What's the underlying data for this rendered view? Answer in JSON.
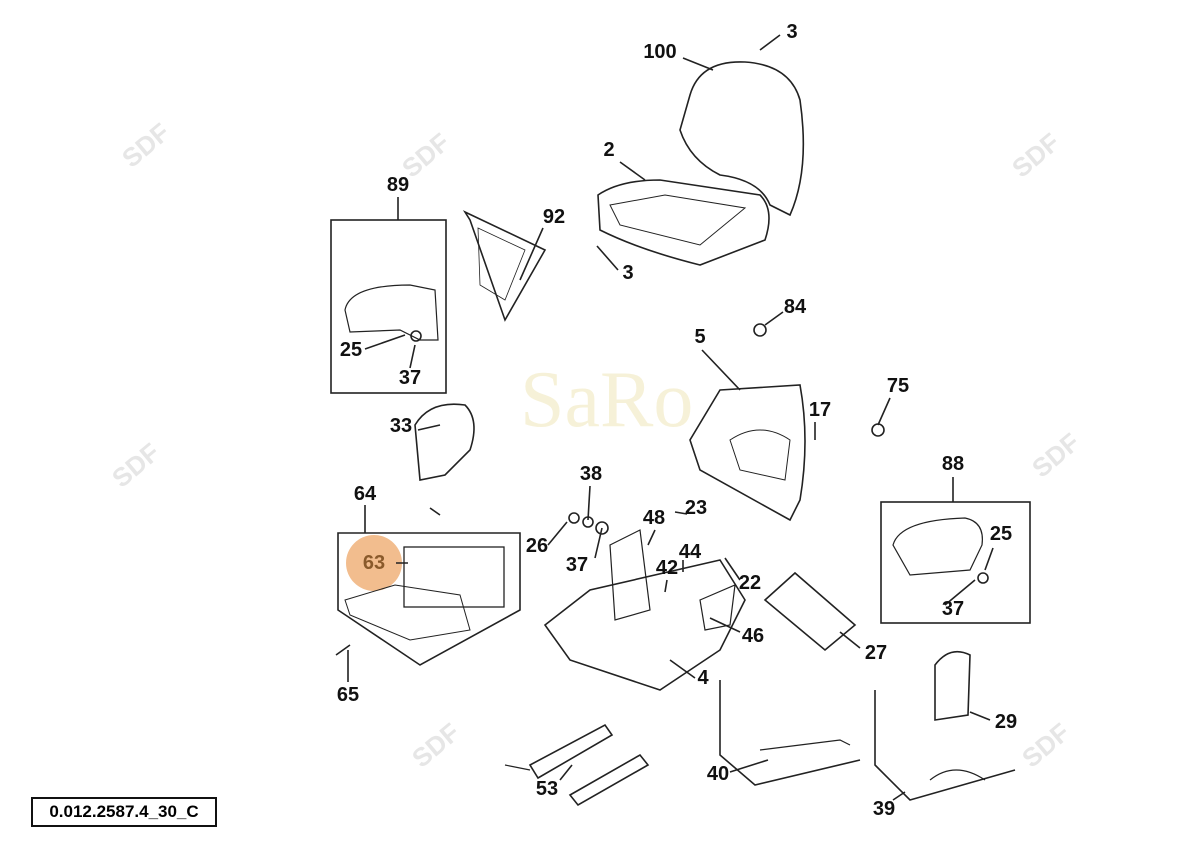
{
  "diagram_code": "0.012.2587.4_30_C",
  "highlighted_callout": "63",
  "highlight_color": "#f0b27a",
  "watermark": "SDF",
  "center_watermark": "SaRo",
  "callouts": [
    "100",
    "3",
    "2",
    "3",
    "89",
    "92",
    "25",
    "37",
    "84",
    "5",
    "75",
    "17",
    "33",
    "38",
    "64",
    "48",
    "23",
    "26",
    "44",
    "88",
    "25",
    "63",
    "37",
    "42",
    "22",
    "37",
    "46",
    "27",
    "4",
    "65",
    "29",
    "40",
    "53",
    "39"
  ]
}
